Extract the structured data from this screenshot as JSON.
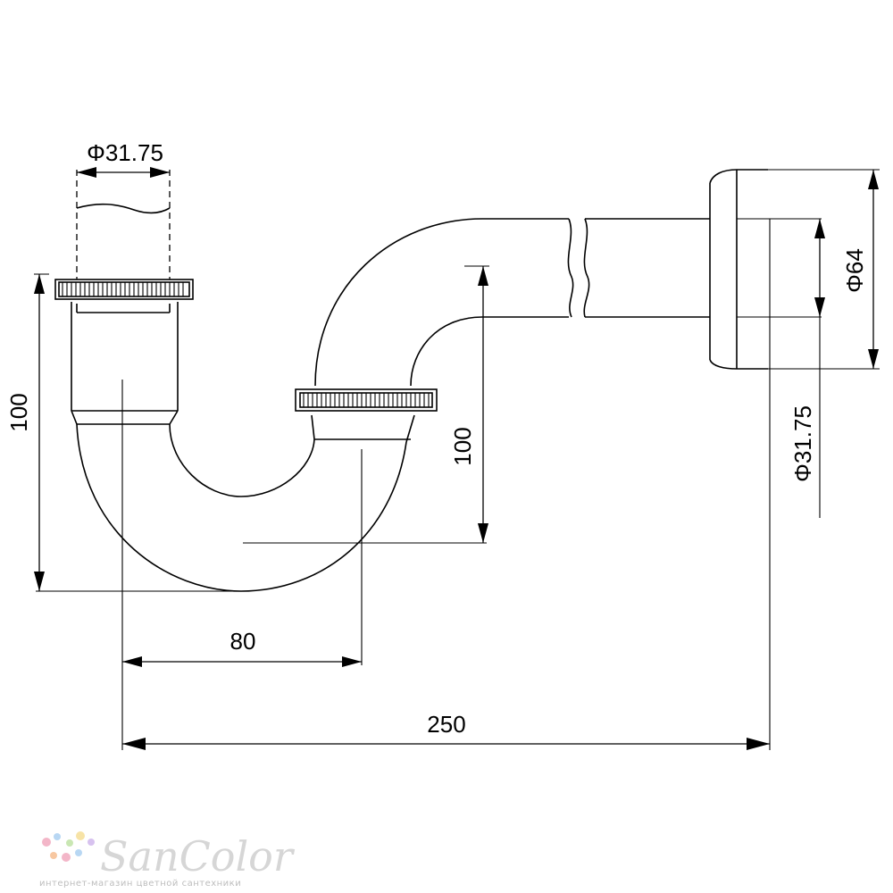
{
  "dimensions": {
    "top_inlet_diameter": "Φ31.75",
    "left_height": "100",
    "inner_height": "100",
    "horizontal_offset": "80",
    "overall_length": "250",
    "flange_diameter": "Φ64",
    "outlet_diameter": "Φ31.75"
  },
  "watermark": {
    "brand": "SanColor",
    "tagline": "интернет-магазин цветной сантехники",
    "dot_colors": [
      "#f3b6c8",
      "#b8d7f3",
      "#c9e7b3",
      "#f7e3a6",
      "#d7c2ef",
      "#f7c7a1"
    ]
  }
}
